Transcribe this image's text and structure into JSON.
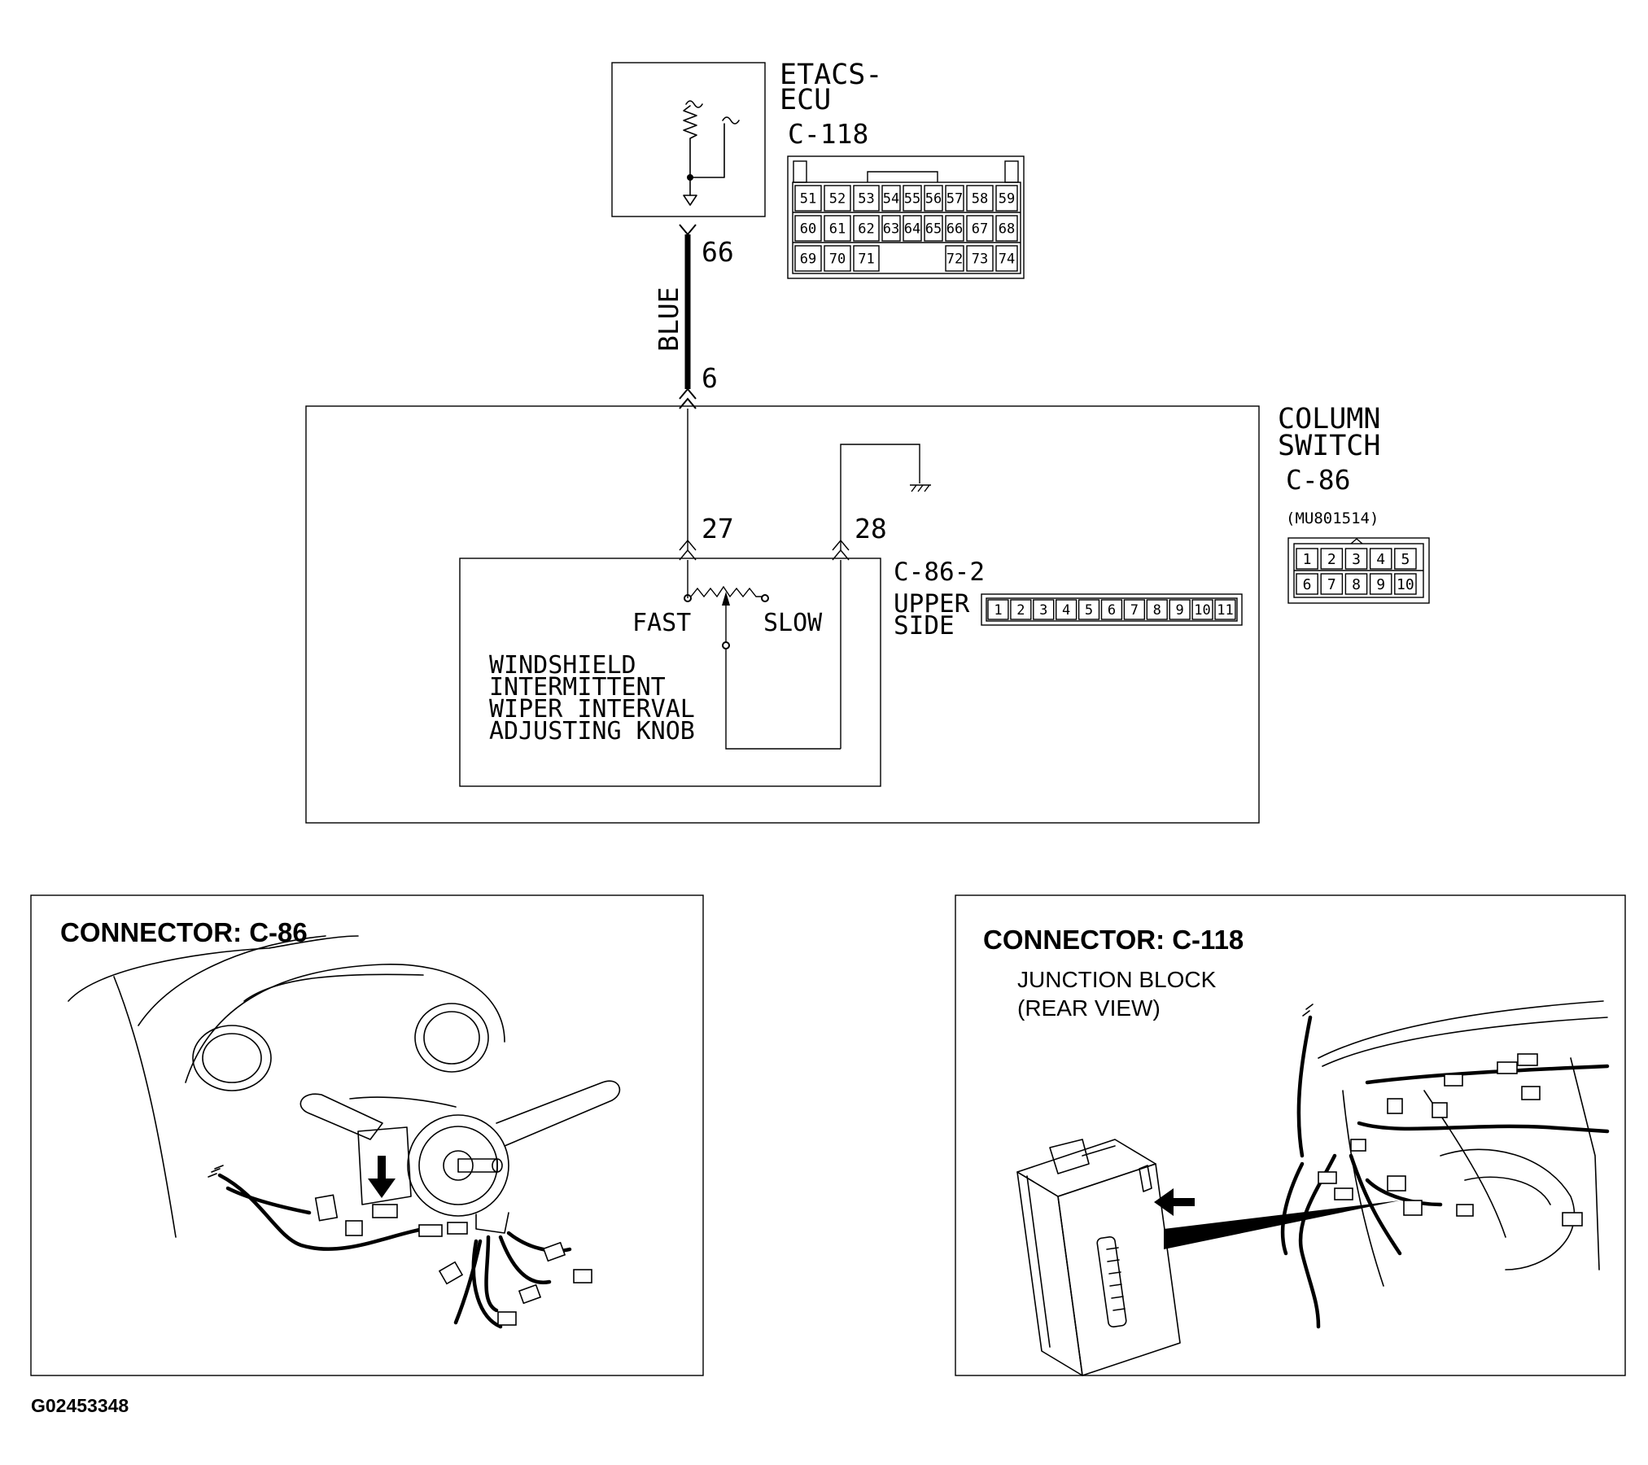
{
  "ecu": {
    "title_line1": "ETACS-",
    "title_line2": "ECU",
    "connector": "C-118",
    "terminal": "66",
    "connector_pins": {
      "row1": [
        "51",
        "52",
        "53",
        "54",
        "55",
        "56",
        "57",
        "58",
        "59"
      ],
      "row2": [
        "60",
        "61",
        "62",
        "63",
        "64",
        "65",
        "66",
        "67",
        "68"
      ],
      "row3": [
        "69",
        "70",
        "71",
        "72",
        "73",
        "74"
      ]
    }
  },
  "wire": {
    "color_label": "BLUE",
    "column_switch_terminal": "6"
  },
  "column_switch": {
    "title_line1": "COLUMN",
    "title_line2": "SWITCH",
    "connector": "C-86",
    "part_number": "(MU801514)",
    "connector_pins_row1": [
      "1",
      "2",
      "3",
      "4",
      "5"
    ],
    "connector_pins_row2": [
      "6",
      "7",
      "8",
      "9",
      "10"
    ],
    "terminal_27": "27",
    "terminal_28": "28",
    "sub_connector": "C-86-2",
    "sub_side_line1": "UPPER",
    "sub_side_line2": "SIDE",
    "sub_pins": [
      "1",
      "2",
      "3",
      "4",
      "5",
      "6",
      "7",
      "8",
      "9",
      "10",
      "11"
    ]
  },
  "knob": {
    "fast_label": "FAST",
    "slow_label": "SLOW",
    "name_line1": "WINDSHIELD",
    "name_line2": "INTERMITTENT",
    "name_line3": "WIPER INTERVAL",
    "name_line4": "ADJUSTING KNOB"
  },
  "location_c86": {
    "title": "CONNECTOR: C-86"
  },
  "location_c118": {
    "title": "CONNECTOR: C-118",
    "subtitle_line1": "JUNCTION BLOCK",
    "subtitle_line2": "(REAR VIEW)"
  },
  "figure_id": "G02453348"
}
